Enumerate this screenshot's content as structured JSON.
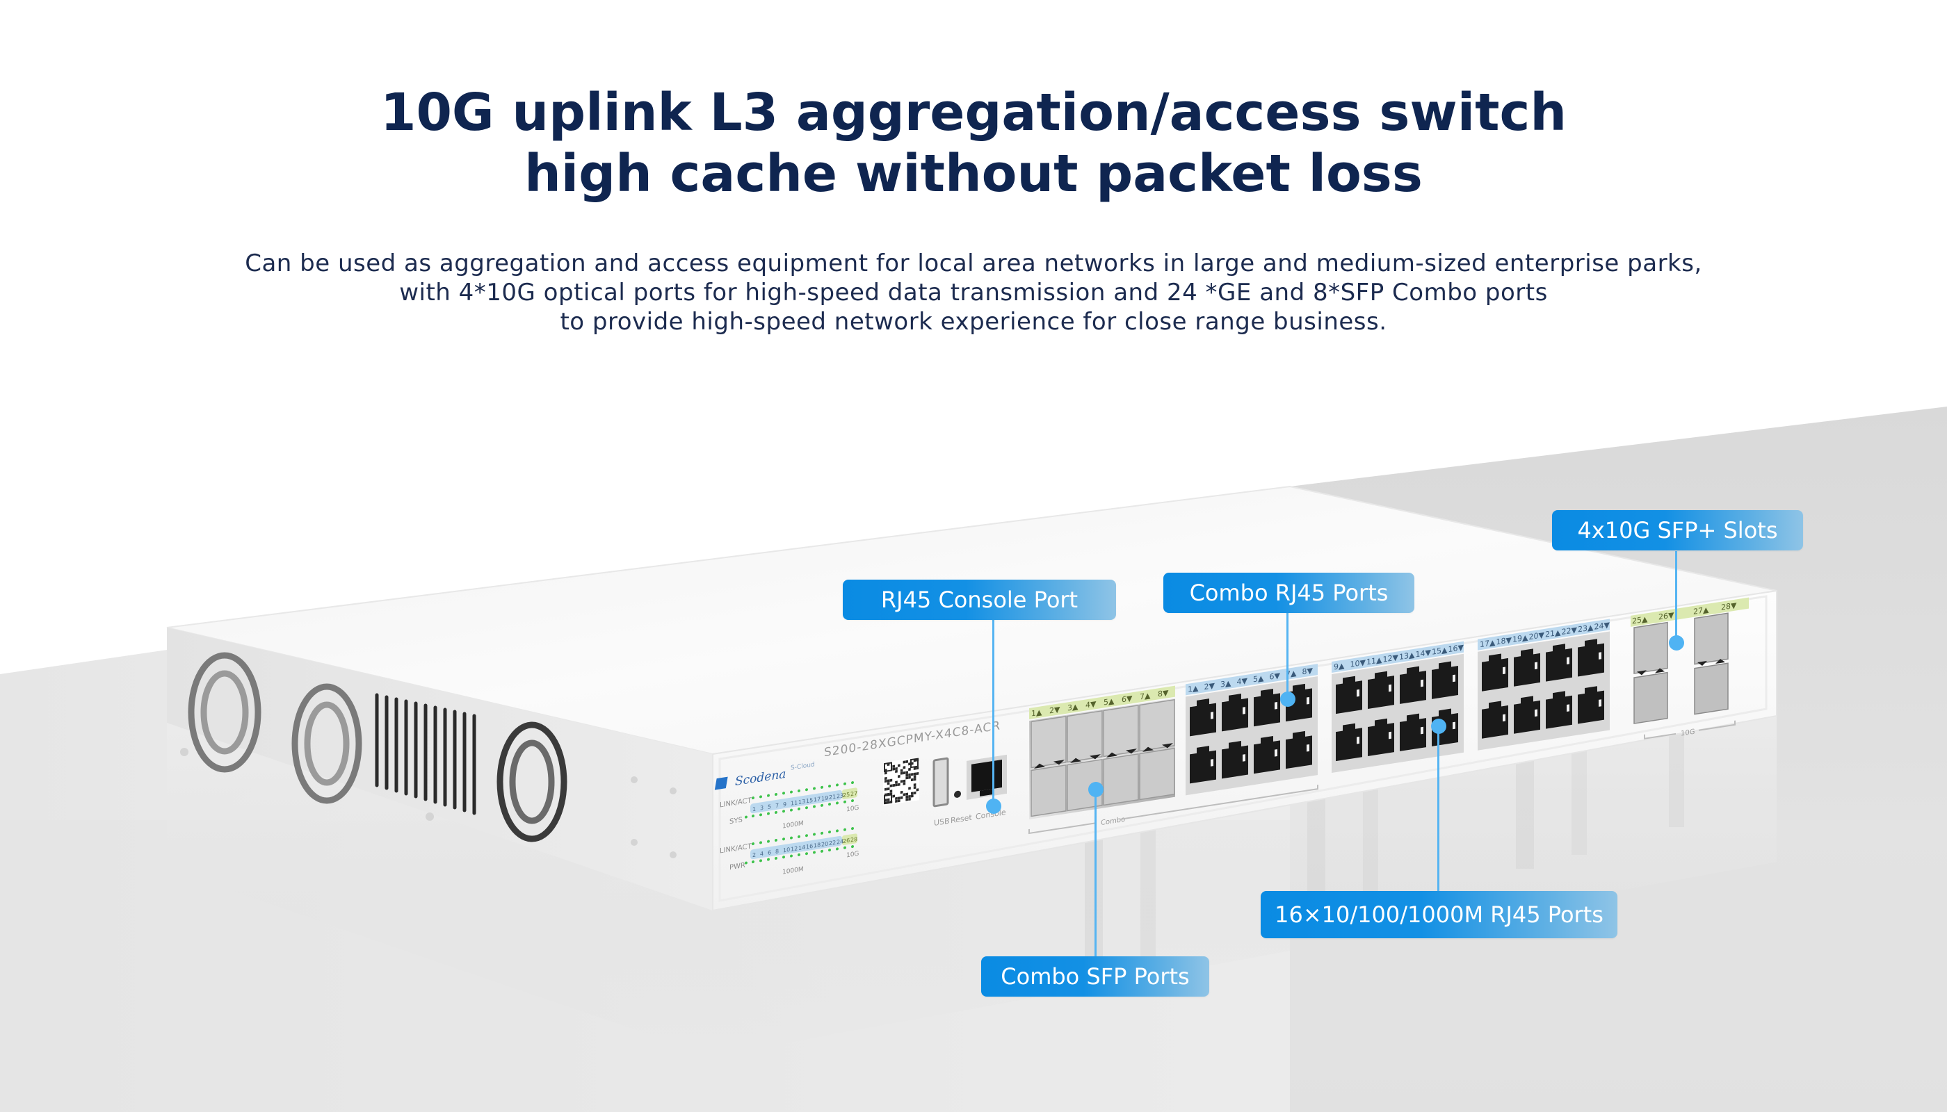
{
  "headline": {
    "line1": "10G uplink L3 aggregation/access switch",
    "line2": "high cache without packet loss"
  },
  "description": {
    "line1": "Can be used as aggregation and access equipment for local area networks in large and medium-sized enterprise parks,",
    "line2": "with 4*10G optical ports for high-speed data transmission and 24 *GE and 8*SFP Combo ports",
    "line3": "to provide high-speed network experience for close range business."
  },
  "callouts": {
    "console": "RJ45 Console Port",
    "combo_rj45": "Combo RJ45 Ports",
    "sfp_plus": "4x10G SFP+ Slots",
    "rj45_16": "16×10/100/1000M RJ45 Ports",
    "combo_sfp": "Combo SFP Ports"
  },
  "device": {
    "brand": "Scodena",
    "cloud_label": "S-Cloud",
    "model": "S200-28XGCPMY-X4C8-ACR",
    "led_labels": {
      "link_act": "LINK/ACT",
      "sys": "SYS",
      "pwr": "PWR",
      "speed_1000m": "1000M",
      "speed_10g": "10G"
    },
    "led_numbers_odd": [
      "1",
      "3",
      "5",
      "7",
      "9",
      "11",
      "13",
      "15",
      "17",
      "19",
      "21",
      "23"
    ],
    "led_numbers_odd_10g": [
      "25",
      "27"
    ],
    "led_numbers_even": [
      "2",
      "4",
      "6",
      "8",
      "10",
      "12",
      "14",
      "16",
      "18",
      "20",
      "22",
      "24"
    ],
    "led_numbers_even_10g": [
      "26",
      "28"
    ],
    "port_labels": {
      "usb": "USB",
      "reset": "Reset",
      "console": "Console",
      "combo": "Combo",
      "tenG": "10G"
    },
    "combo_sfp_numbers": [
      "1▲",
      "2▼",
      "3▲",
      "4▼",
      "5▲",
      "6▼",
      "7▲",
      "8▼"
    ],
    "combo_rj45_numbers": [
      "1▲",
      "2▼",
      "3▲",
      "4▼",
      "5▲",
      "6▼",
      "7▲",
      "8▼"
    ],
    "rj45_numbers_a": [
      "9▲",
      "10▼",
      "11▲",
      "12▼",
      "13▲",
      "14▼",
      "15▲",
      "16▼"
    ],
    "rj45_numbers_b": [
      "17▲",
      "18▼",
      "19▲",
      "20▼",
      "21▲",
      "22▼",
      "23▲",
      "24▼"
    ],
    "sfp_plus_numbers": [
      "25▲",
      "26▼",
      "27▲",
      "28▼"
    ]
  },
  "colors": {
    "headline": "#0f2550",
    "callout_start": "#0a8be3",
    "callout_end": "#8fc4e6",
    "leader": "#55b4f2",
    "led_green": "#3cc24a",
    "label_blue": "#bcd9ef",
    "label_yellow": "#dbe9b0"
  }
}
